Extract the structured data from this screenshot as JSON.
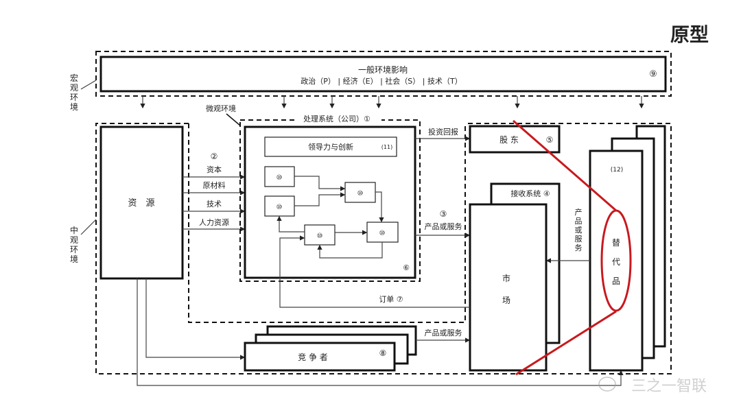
{
  "title": "原型",
  "labels": {
    "macro_env": [
      "宏",
      "观",
      "环",
      "境"
    ],
    "meso_env": [
      "中",
      "观",
      "环",
      "境"
    ],
    "micro_env": "微观环境"
  },
  "general_env": {
    "title": "一般环境影响",
    "factors": "政治（P） | 经济（E） | 社会（S） | 技术（T）",
    "number": "⑨"
  },
  "resources": {
    "label": "资　源"
  },
  "inputs": {
    "number": "②",
    "items": [
      "资本",
      "原材料",
      "技术",
      "人力资源"
    ]
  },
  "processing": {
    "title": "处理系统（公司）①",
    "leadership": "领导力与创新",
    "leadership_number": "(11)",
    "unit_label": "⑩",
    "number": "⑥"
  },
  "flows": {
    "investment_return": "投资回报",
    "output_number": "③",
    "output": "产品或服务",
    "order": "订单 ⑦",
    "competitor_output": "产品或服务",
    "substitute_output": [
      "产",
      "品",
      "或",
      "服",
      "务"
    ]
  },
  "shareholders": {
    "label": "股 东",
    "number": "⑤"
  },
  "receiving": {
    "label": "接收系统 ④"
  },
  "market": {
    "label": [
      "市",
      "场"
    ]
  },
  "competitors": {
    "label": "竞 争 者",
    "number": "⑧"
  },
  "substitutes": {
    "number": "(12)",
    "label": [
      "替",
      "代",
      "品"
    ]
  },
  "colors": {
    "highlight": "#c8191e"
  },
  "watermark": "三之一智联"
}
